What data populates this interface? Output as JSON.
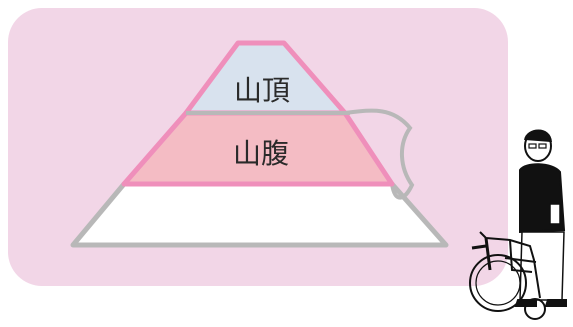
{
  "diagram": {
    "pyramid": {
      "tiers": [
        {
          "id": "top",
          "label": "山頂",
          "fill": "#d8e2ee"
        },
        {
          "id": "middle",
          "label": "山腹",
          "fill": "#f4bcc4"
        },
        {
          "id": "base",
          "label": "",
          "fill": "#ffffff"
        }
      ]
    },
    "colors": {
      "panel": "#f2d6e7",
      "highlight_outline": "#ef8fbb",
      "base_outline": "#b8b8b8",
      "text": "#2a2a2a"
    },
    "figure": {
      "description_icon": "person-with-wheelchair-icon"
    }
  }
}
